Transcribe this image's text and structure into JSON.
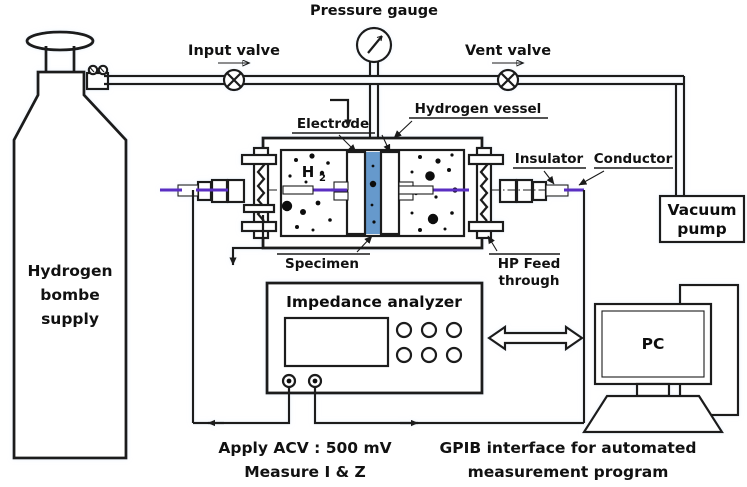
{
  "diagram": {
    "title": "Hydrogen permeation / impedance measurement apparatus schematic",
    "labels": {
      "pressure_gauge": "Pressure gauge",
      "input_valve": "Input valve",
      "vent_valve": "Vent valve",
      "electrode": "Electrode",
      "hydrogen_vessel": "Hydrogen vessel",
      "specimen": "Specimen",
      "insulator": "Insulator",
      "conductor": "Conductor",
      "hp_feed_through_line1": "HP Feed",
      "hp_feed_through_line2": "through",
      "vacuum_pump_line1": "Vacuum",
      "vacuum_pump_line2": "pump",
      "hydrogen_bombe_line1": "Hydrogen",
      "hydrogen_bombe_line2": "bombe",
      "hydrogen_bombe_line3": "supply",
      "gas_species": "H",
      "gas_species_subscript": "2",
      "impedance_analyzer": "Impedance analyzer",
      "pc": "PC",
      "apply_acv": "Apply ACV : 500 mV",
      "measure_iz": "Measure I & Z",
      "gpib_line1": "GPIB interface for automated",
      "gpib_line2": "measurement program"
    },
    "colors": {
      "line": "#1a1a1a",
      "conductor": "#5a2fc2",
      "specimen": "#6699cc",
      "background": "#ffffff",
      "gas_particle": "#111111"
    },
    "icons": {
      "pressure_gauge": "gauge-icon",
      "valve": "cross-valve-icon",
      "flow_arrow": "arrow-right-icon",
      "drain_arrow": "arrow-down-icon",
      "gpib_arrow": "double-arrow-icon",
      "cylinder_handwheel": "handwheel-icon",
      "bnc_terminal": "bnc-terminal-icon"
    },
    "counts": {
      "analyzer_knobs": 6,
      "analyzer_terminals": 2,
      "cylinder_valve_knobs": 2
    }
  }
}
